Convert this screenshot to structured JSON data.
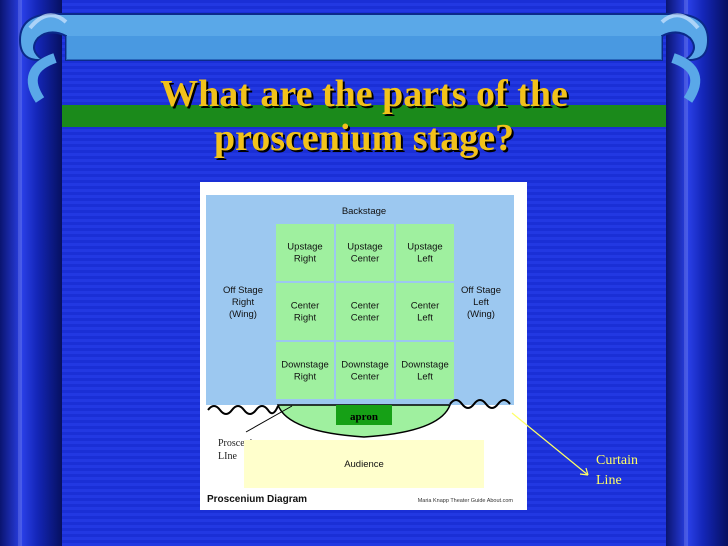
{
  "slide": {
    "title_line1": "What are the parts of the",
    "title_line2": "proscenium stage?"
  },
  "diagram": {
    "backstage": "Backstage",
    "grid": [
      [
        [
          "Upstage",
          "Right"
        ],
        [
          "Upstage",
          "Center"
        ],
        [
          "Upstage",
          "Left"
        ]
      ],
      [
        [
          "Center",
          "Right"
        ],
        [
          "Center",
          "Center"
        ],
        [
          "Center",
          "Left"
        ]
      ],
      [
        [
          "Downstage",
          "Right"
        ],
        [
          "Downstage",
          "Center"
        ],
        [
          "Downstage",
          "Left"
        ]
      ]
    ],
    "offstage_right": [
      "Off Stage",
      "Right",
      "(Wing)"
    ],
    "offstage_left": [
      "Off Stage",
      "Left",
      "(Wing)"
    ],
    "apron": "apron",
    "proscenium_line": [
      "Proscenium",
      "LIne"
    ],
    "audience": "Audience",
    "caption": "Proscenium Diagram",
    "credit": "Maria Knapp Theater Guide About.com"
  },
  "annotation": {
    "curtain_line": [
      "Curtain",
      "Line"
    ]
  },
  "colors": {
    "background": "#1a2fd6",
    "title": "#f2c21a",
    "band": "#1b8a1b",
    "stage_area": "#9cc8f0",
    "grid_cell": "#9ff09f",
    "audience": "#ffffcc",
    "annotation": "#ffff66"
  }
}
